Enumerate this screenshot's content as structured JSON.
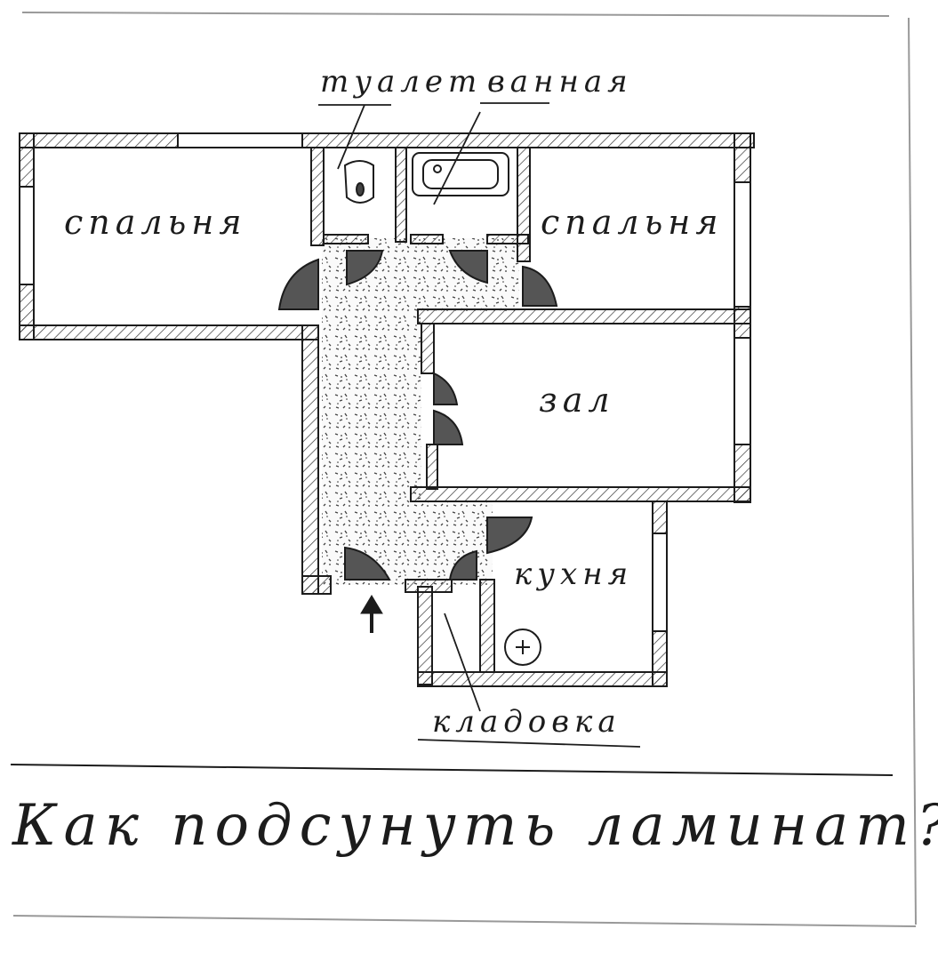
{
  "labels": {
    "bedroom_left": "спальня",
    "bedroom_right": "спальня",
    "toilet": "туалет",
    "bathroom": "ванная",
    "hall": "зал",
    "kitchen": "кухня",
    "pantry": "кладовка"
  },
  "caption": "Как подсунуть ламинат?",
  "colors": {
    "ink": "#1c1c1c",
    "paper": "#ffffff"
  }
}
